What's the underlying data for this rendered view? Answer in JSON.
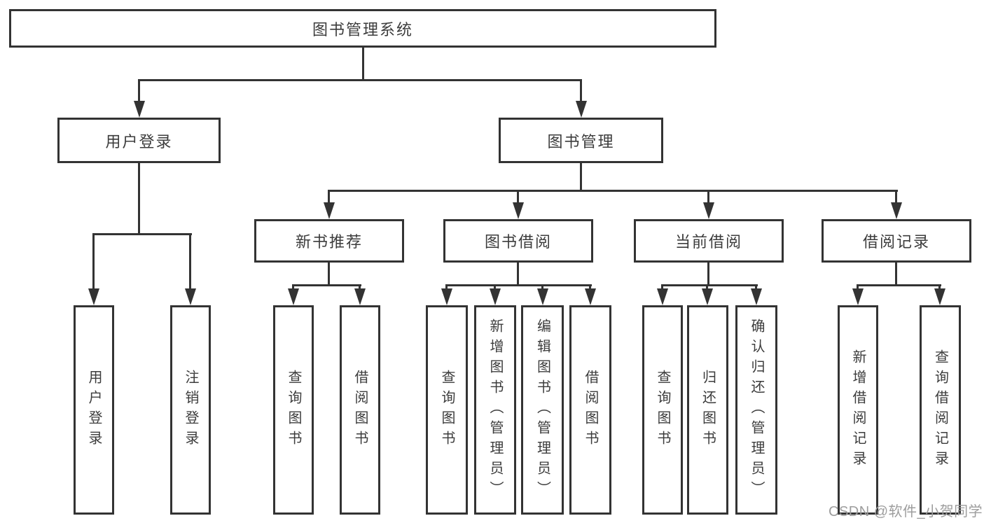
{
  "colors": {
    "line": "#333333",
    "text": "#3c3c3c",
    "box_background": "#ffffff",
    "background": "#ffffff",
    "watermark": "#9d9d9d"
  },
  "watermark": {
    "text": "CSDN @软件_小贺同学"
  },
  "diagram": {
    "root": {
      "label": "图书管理系统"
    },
    "branches": [
      {
        "label": "用户登录",
        "leaves": [
          {
            "label": "用户登录"
          },
          {
            "label": "注销登录"
          }
        ]
      },
      {
        "label": "图书管理",
        "sections": [
          {
            "label": "新书推荐",
            "leaves": [
              {
                "label": "查询图书"
              },
              {
                "label": "借阅图书"
              }
            ]
          },
          {
            "label": "图书借阅",
            "leaves": [
              {
                "label": "查询图书"
              },
              {
                "label": "新增图书（管理员）"
              },
              {
                "label": "编辑图书（管理员）"
              },
              {
                "label": "借阅图书"
              }
            ]
          },
          {
            "label": "当前借阅",
            "leaves": [
              {
                "label": "查询图书"
              },
              {
                "label": "归还图书"
              },
              {
                "label": "确认归还（管理员）"
              }
            ]
          },
          {
            "label": "借阅记录",
            "leaves": [
              {
                "label": "新增借阅记录"
              },
              {
                "label": "查询借阅记录"
              }
            ]
          }
        ]
      }
    ]
  }
}
